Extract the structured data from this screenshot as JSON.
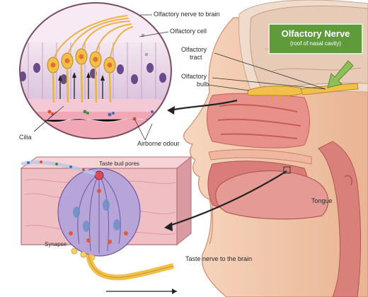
{
  "labels": {
    "olfactory_nerve_to_brain": "Olfactory nerve to brain",
    "olfactory_cell": "Olfactory cell",
    "olfactory_tract_line1": "Olfactory",
    "olfactory_tract_line2": "tract",
    "olfactory_bulb_line1": "Olfactory",
    "olfactory_bulb_line2": "bulb",
    "cilia": "Cilia",
    "airborne_odour": "Airborne odour",
    "taste_bud_pores": "Taste bud pores",
    "tongue": "Tongue",
    "synapse": "Synapse",
    "taste_nerve": "Taste nerve to the brain"
  },
  "callout": {
    "title": "Olfactory Nerve",
    "subtitle": "(roof of nasal cavity)"
  },
  "colors": {
    "callout_green": "#5f9b3b",
    "skin": "#f0c6a8",
    "tissue_pink": "#e89a94",
    "brain": "#e8cbb6",
    "nerve_yellow": "#f2c04a",
    "cell_purple": "#9b85c9"
  }
}
